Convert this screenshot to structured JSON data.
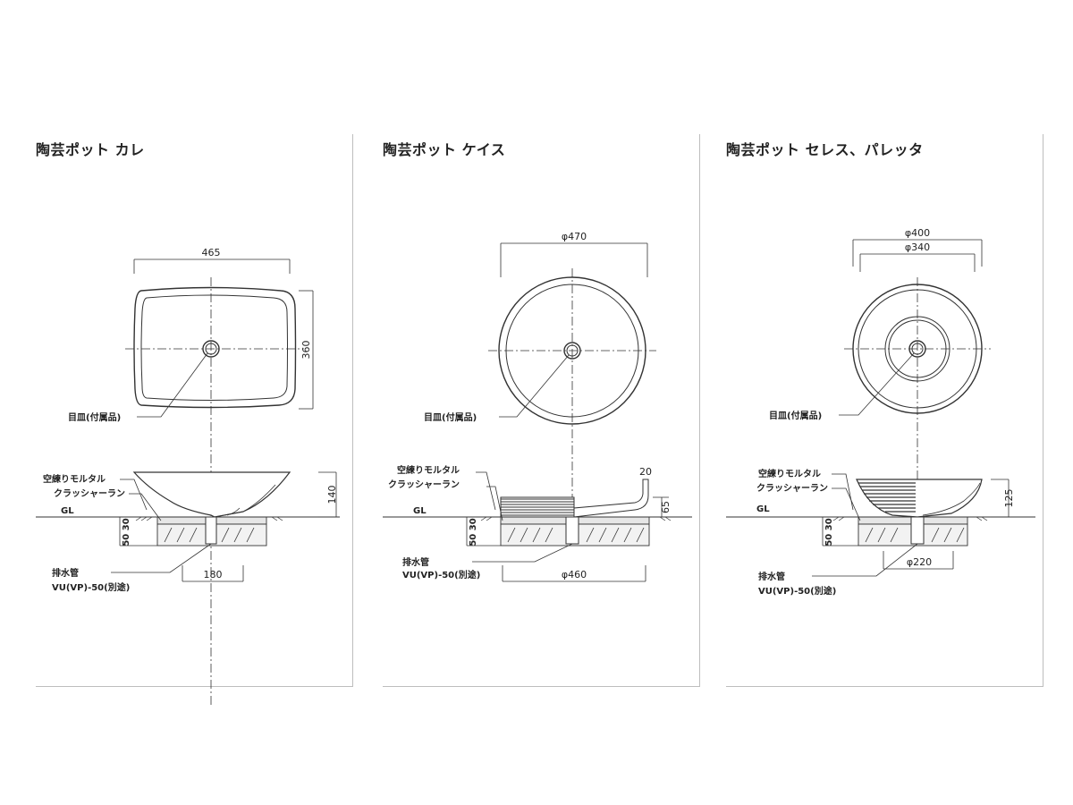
{
  "panels": [
    {
      "title": "陶芸ポット カレ",
      "top_width": "465",
      "top_depth": "360",
      "height": "140",
      "base_dims": "50 30",
      "drain_width": "180",
      "labels": {
        "strainer": "目皿(付属品)",
        "mortar": "空練りモルタル",
        "crusher_run": "クラッシャーラン",
        "gl": "GL",
        "drain_pipe": "排水管",
        "drain_spec": "VU(VP)-50(別途)"
      }
    },
    {
      "title": "陶芸ポット ケイス",
      "top_diameter": "φ470",
      "rim": "20",
      "height": "65",
      "base_dims": "50 30",
      "base_diameter": "φ460",
      "labels": {
        "strainer": "目皿(付属品)",
        "mortar": "空練りモルタル",
        "crusher_run": "クラッシャーラン",
        "gl": "GL",
        "drain_pipe": "排水管",
        "drain_spec": "VU(VP)-50(別途)"
      }
    },
    {
      "title": "陶芸ポット セレス、パレッタ",
      "outer_diameter": "φ400",
      "inner_diameter": "φ340",
      "height": "125",
      "base_dims": "50 30",
      "base_diameter": "φ220",
      "labels": {
        "strainer": "目皿(付属品)",
        "mortar": "空練りモルタル",
        "crusher_run": "クラッシャーラン",
        "gl": "GL",
        "drain_pipe": "排水管",
        "drain_spec": "VU(VP)-50(別途)"
      }
    }
  ]
}
